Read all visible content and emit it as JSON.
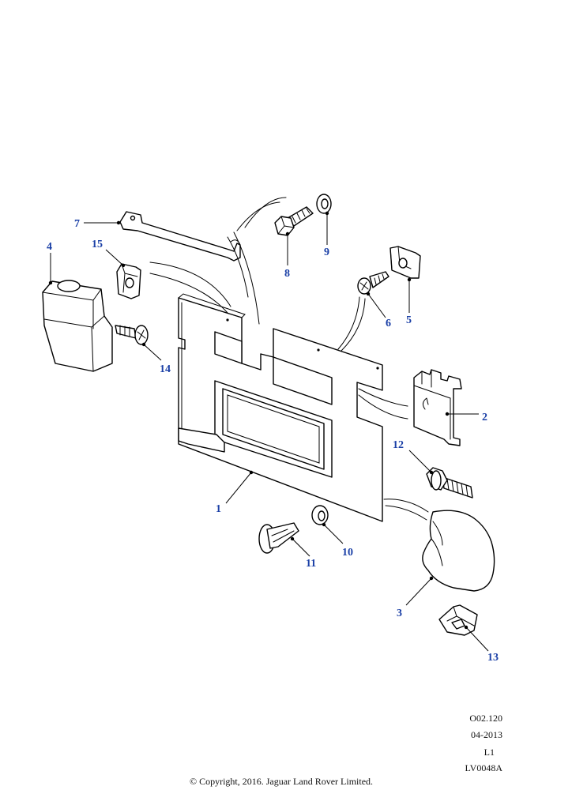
{
  "callouts": {
    "c1": "1",
    "c2": "2",
    "c3": "3",
    "c4": "4",
    "c5": "5",
    "c6": "6",
    "c7": "7",
    "c8": "8",
    "c9": "9",
    "c10": "10",
    "c11": "11",
    "c12": "12",
    "c13": "13",
    "c14": "14",
    "c15": "15"
  },
  "drawing_info": {
    "code": "O02.120",
    "date": "04-2013",
    "level": "L1",
    "reference": "LV0048A"
  },
  "copyright": "© Copyright, 2016. Jaguar Land Rover Limited.",
  "colors": {
    "callout": "#1a3fa6",
    "line": "#000000"
  }
}
